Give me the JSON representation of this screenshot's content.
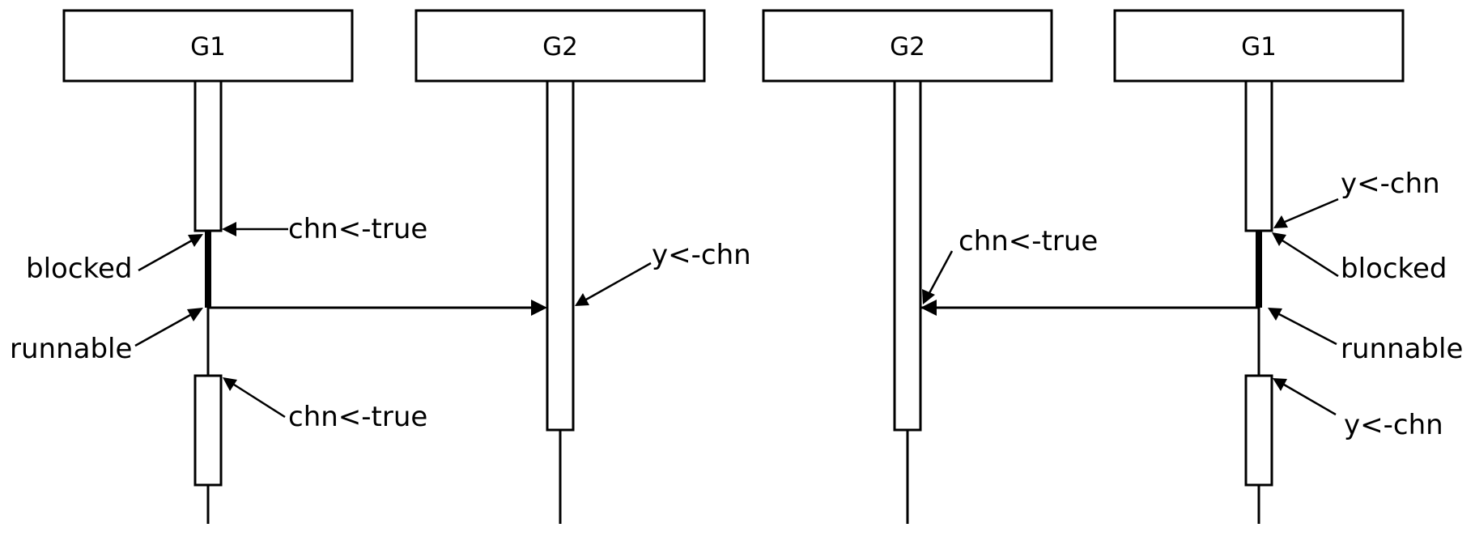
{
  "left": {
    "participants": [
      "G1",
      "G2"
    ],
    "labels": {
      "chn_true_1": "chn<-true",
      "blocked": "blocked",
      "y_chn": "y<-chn",
      "runnable": "runnable",
      "chn_true_2": "chn<-true"
    }
  },
  "right": {
    "participants": [
      "G2",
      "G1"
    ],
    "labels": {
      "y_chn_1": "y<-chn",
      "chn_true": "chn<-true",
      "blocked": "blocked",
      "runnable": "runnable",
      "y_chn_2": "y<-chn"
    }
  }
}
